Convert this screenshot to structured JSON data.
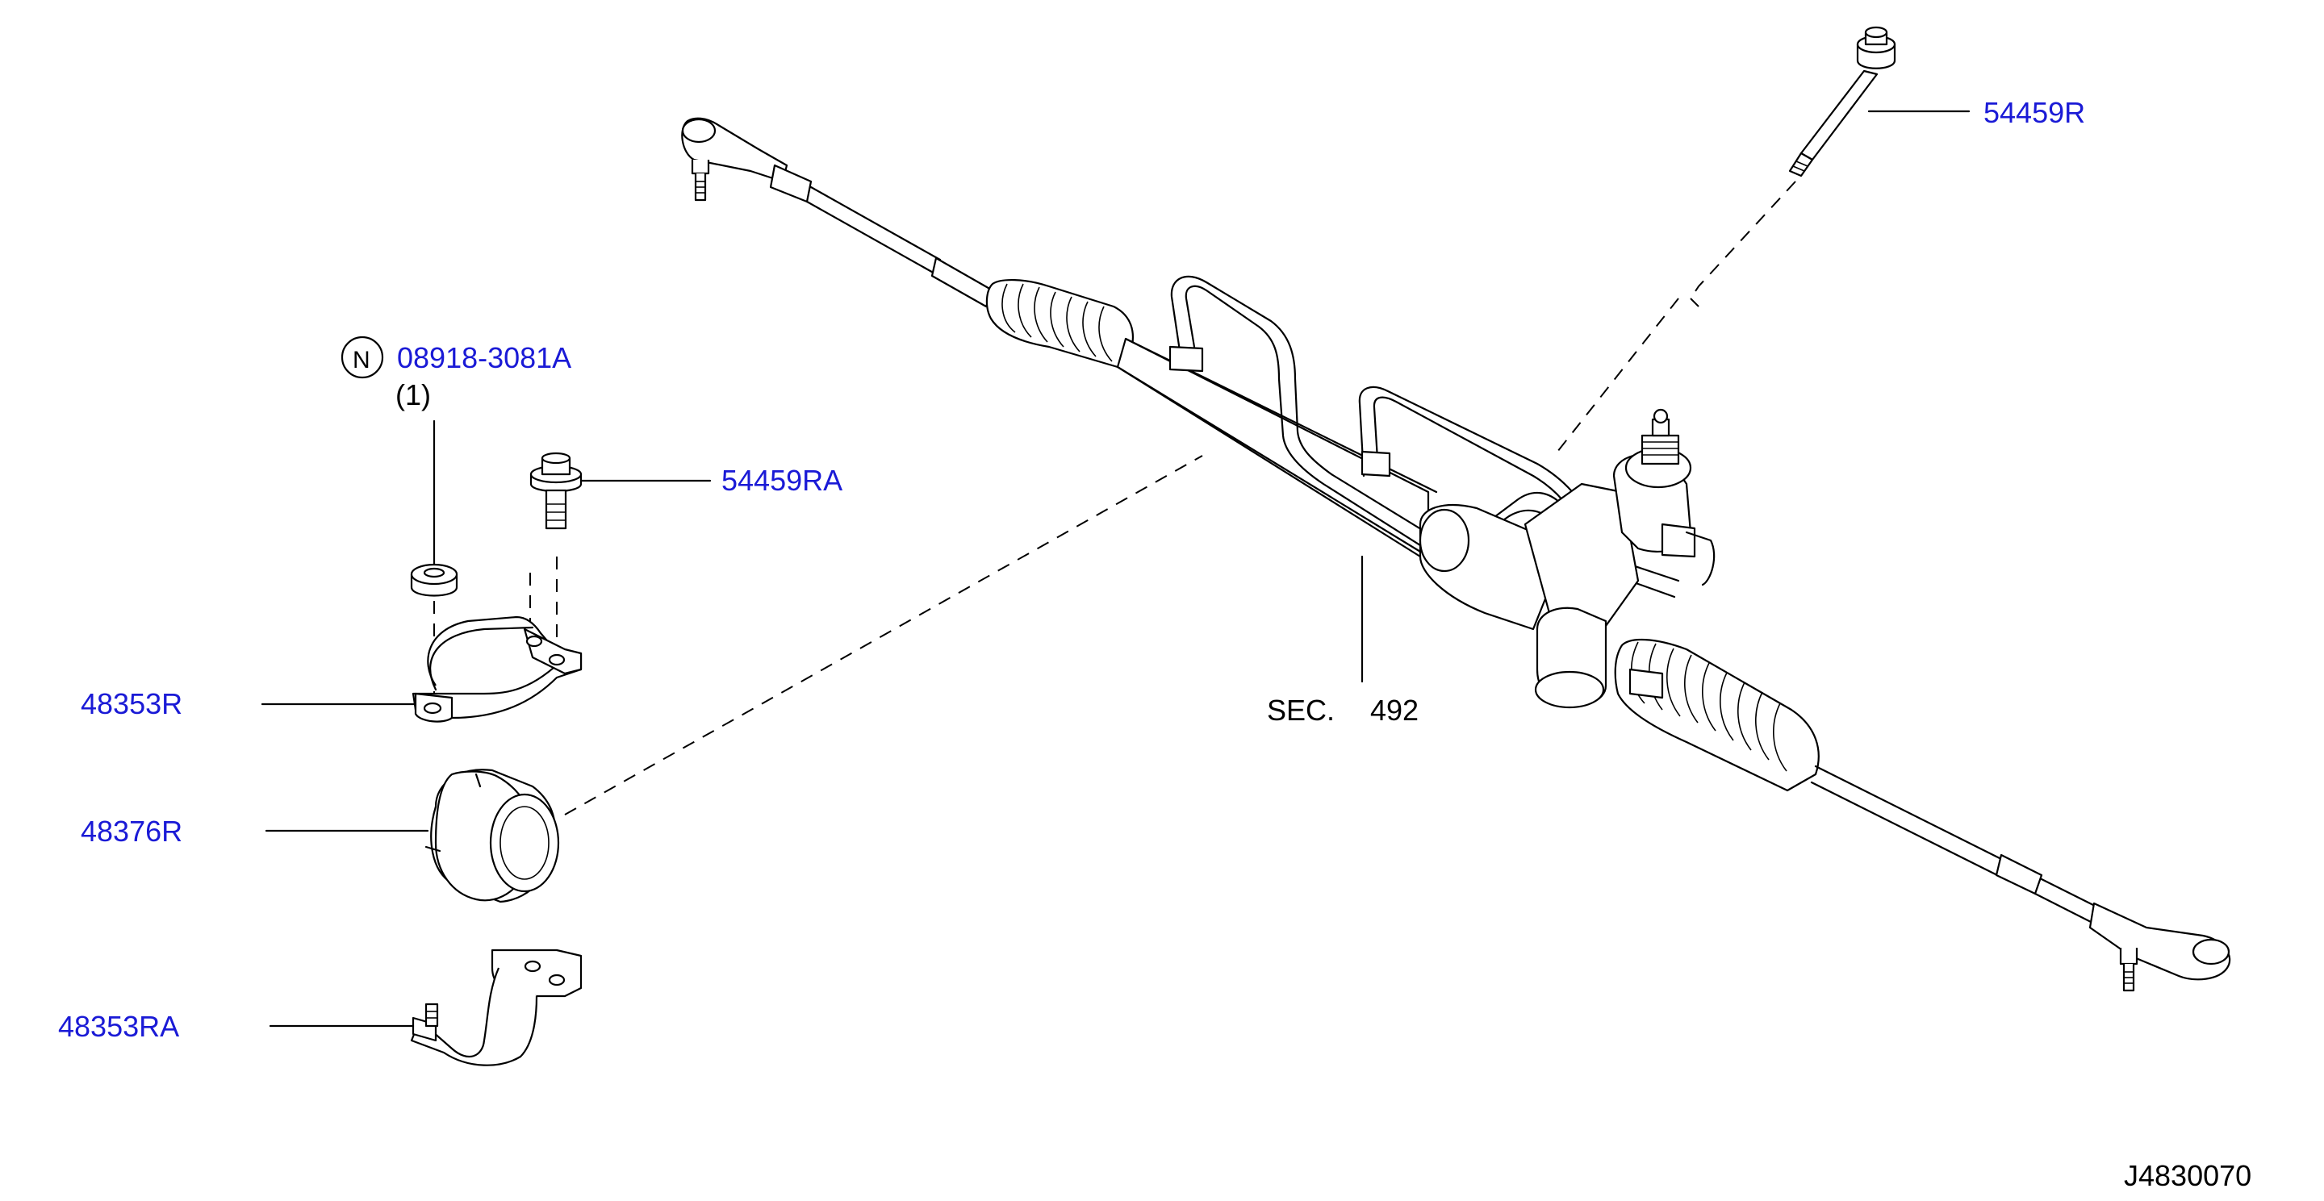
{
  "labels": {
    "part_54459R": "54459R",
    "part_0891": "08918-3081A",
    "part_0891_qty": "(1)",
    "n_marker": "N",
    "part_54459RA": "54459RA",
    "part_48353R": "48353R",
    "part_48376R": "48376R",
    "part_48353RA": "48353RA",
    "sec_prefix": "SEC.",
    "sec_number": "492",
    "diagram_code": "J4830070"
  },
  "colors": {
    "part_number": "#1a1ad6",
    "line_art": "#000000",
    "background": "#ffffff"
  }
}
